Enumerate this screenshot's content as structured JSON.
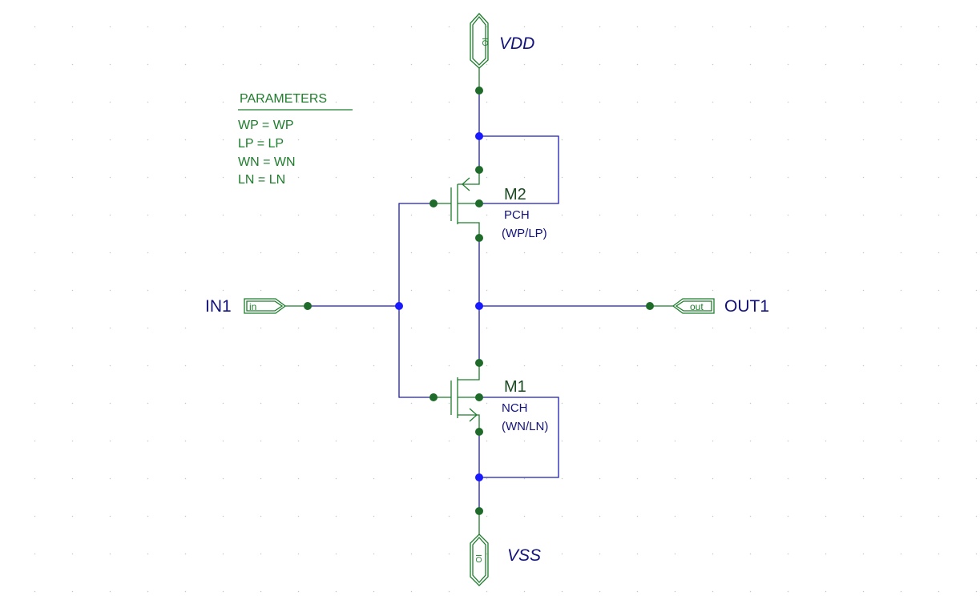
{
  "parameters": {
    "title": "PARAMETERS",
    "lines": [
      "WP = WP",
      "LP = LP",
      "WN = WN",
      "LN = LN"
    ]
  },
  "ports": {
    "vdd": {
      "name": "VDD",
      "type": "IO"
    },
    "vss": {
      "name": "VSS",
      "type": "IO"
    },
    "input": {
      "name": "IN1",
      "type": "in"
    },
    "output": {
      "name": "OUT1",
      "type": "out"
    }
  },
  "transistors": {
    "m2": {
      "name": "M2",
      "model": "PCH",
      "size": "(WP/LP)"
    },
    "m1": {
      "name": "M1",
      "model": "NCH",
      "size": "(WN/LN)"
    }
  },
  "colors": {
    "wire": "#1c1cb4",
    "symbol": "#1e7d2c",
    "pin": "#1e6b2a",
    "node": "#1a1aff",
    "port_label": "#12127a",
    "grid_dot": "#c8c8c8",
    "background": "#ffffff"
  }
}
